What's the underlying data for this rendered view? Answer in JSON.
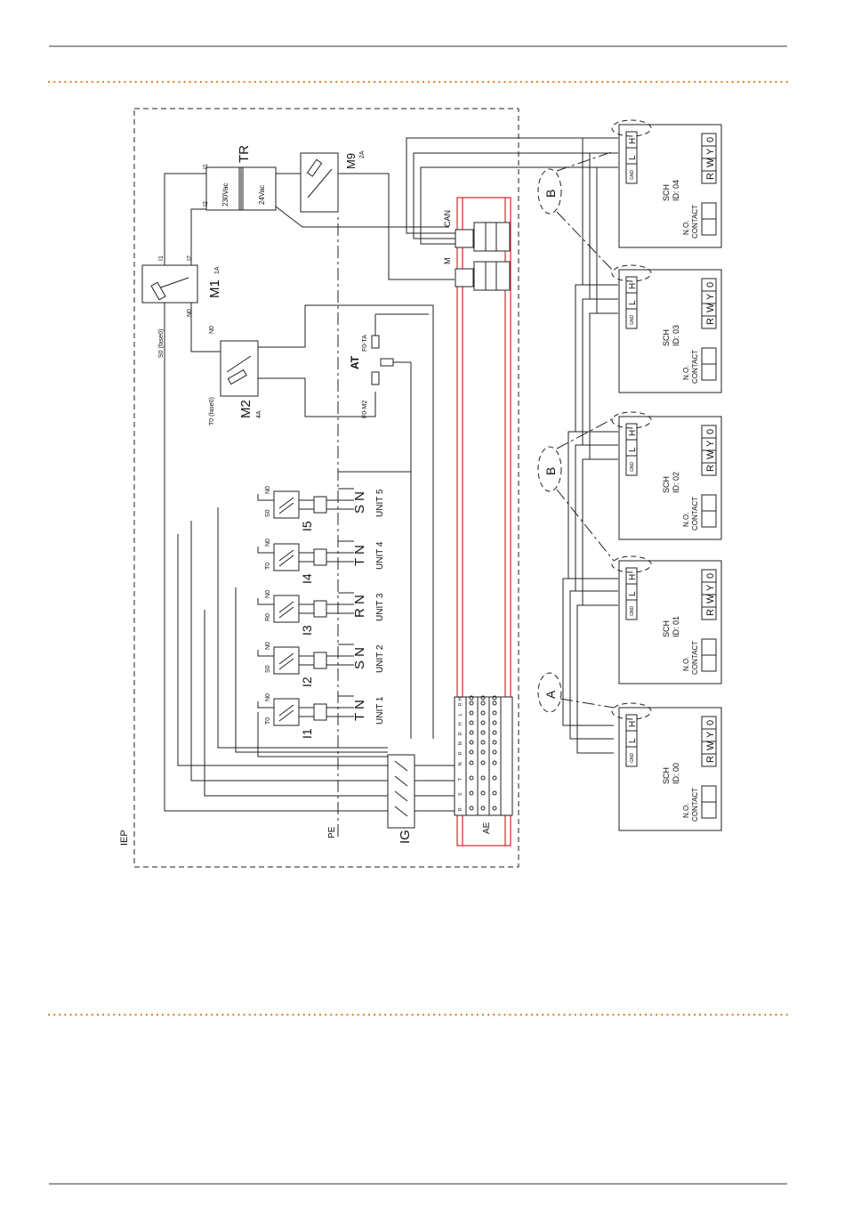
{
  "labels": {
    "iep": "IEP",
    "pe": "PE",
    "ig": "IG",
    "ae": "AE",
    "tr": "TR",
    "tr_primary": "230Vac",
    "tr_secondary": "24Vac",
    "m9": "M9",
    "m9_rating": "2A",
    "m1": "M1",
    "m1_rating": "1A",
    "m2": "M2",
    "m2_rating": "4A",
    "at": "AT",
    "fo_ta": "F0-TA",
    "fo_m2": "F0-M2",
    "can": "CAN",
    "m": "M",
    "s0_fase0": "S0 (fase0)",
    "t0_fase0": "T0 (fase0)",
    "i1": "I1",
    "i2": "I2",
    "n0": "N0"
  },
  "units": [
    {
      "switch": "I1",
      "phase_in": "T0",
      "terminal": "T N",
      "label": "UNIT 1"
    },
    {
      "switch": "I2",
      "phase_in": "S0",
      "terminal": "S N",
      "label": "UNIT 2"
    },
    {
      "switch": "I3",
      "phase_in": "R0",
      "terminal": "R N",
      "label": "UNIT 3"
    },
    {
      "switch": "I4",
      "phase_in": "T0",
      "terminal": "T N",
      "label": "UNIT 4"
    },
    {
      "switch": "I5",
      "phase_in": "S0",
      "terminal": "S N",
      "label": "UNIT 5"
    }
  ],
  "controllers": [
    {
      "name": "SCH",
      "id": "ID: 00",
      "contact_a": "N.O.",
      "contact_b": "CONTACT",
      "terminals": [
        "R",
        "W",
        "Y",
        "0"
      ],
      "bus": [
        "H",
        "L",
        "GND"
      ]
    },
    {
      "name": "SCH",
      "id": "ID: 01",
      "contact_a": "N.O.",
      "contact_b": "CONTACT",
      "terminals": [
        "R",
        "W",
        "Y",
        "0"
      ],
      "bus": [
        "H",
        "L",
        "GND"
      ]
    },
    {
      "name": "SCH",
      "id": "ID: 02",
      "contact_a": "N.O.",
      "contact_b": "CONTACT",
      "terminals": [
        "R",
        "W",
        "Y",
        "0"
      ],
      "bus": [
        "H",
        "L",
        "GND"
      ]
    },
    {
      "name": "SCH",
      "id": "ID: 03",
      "contact_a": "N.O.",
      "contact_b": "CONTACT",
      "terminals": [
        "R",
        "W",
        "Y",
        "0"
      ],
      "bus": [
        "H",
        "L",
        "GND"
      ]
    },
    {
      "name": "SCH",
      "id": "ID: 04",
      "contact_a": "N.O.",
      "contact_b": "CONTACT",
      "terminals": [
        "R",
        "W",
        "Y",
        "0"
      ],
      "bus": [
        "H",
        "L",
        "GND"
      ]
    }
  ],
  "callouts": {
    "a": "A",
    "b_upper": "B",
    "b_lower": "B"
  },
  "terminal_strip": [
    "R",
    "S",
    "T",
    "N",
    "R",
    "N",
    "R",
    "H",
    "L",
    "R",
    "H"
  ]
}
